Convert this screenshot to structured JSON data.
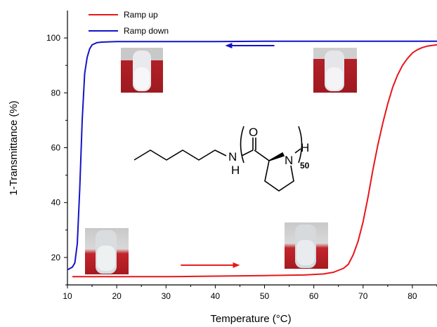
{
  "chart_data": {
    "type": "line",
    "title": "",
    "xlabel": "Temperature (°C)",
    "ylabel": "1-Transmittance (%)",
    "xlim": [
      10,
      85
    ],
    "ylim": [
      10,
      110
    ],
    "xticks": [
      10,
      20,
      30,
      40,
      50,
      60,
      70,
      80
    ],
    "yticks": [
      20,
      40,
      60,
      80,
      100
    ],
    "grid": false,
    "legend_position": "top-left",
    "series": [
      {
        "name": "Ramp up",
        "color": "#e8161b",
        "x": [
          11,
          20,
          30,
          40,
          50,
          58,
          62,
          64,
          66,
          67,
          68,
          69,
          70,
          71,
          72,
          73,
          74,
          75,
          76,
          77,
          78,
          79,
          80,
          81,
          82,
          83,
          84,
          85
        ],
        "y": [
          13,
          13,
          13,
          13.2,
          13.4,
          13.6,
          14,
          14.6,
          16,
          17.5,
          21,
          26,
          33,
          42,
          52,
          61,
          69,
          76,
          82,
          86.5,
          90,
          92.5,
          94.5,
          95.7,
          96.5,
          97,
          97.3,
          97.5
        ]
      },
      {
        "name": "Ramp down",
        "color": "#1414c8",
        "x": [
          10,
          11,
          11.5,
          12,
          12.5,
          13,
          13.5,
          14,
          14.5,
          15,
          16,
          17,
          20,
          30,
          40,
          50,
          60,
          70,
          80,
          85
        ],
        "y": [
          15.5,
          16.5,
          18,
          25,
          45,
          70,
          87,
          93,
          96,
          97.5,
          98.3,
          98.5,
          98.7,
          98.7,
          98.7,
          98.8,
          98.8,
          98.8,
          98.8,
          98.8
        ]
      }
    ],
    "annotations": {
      "arrows": [
        {
          "direction": "left",
          "color": "#1414c8",
          "x_from": 52,
          "x_to": 42,
          "y": 97.2
        },
        {
          "direction": "right",
          "color": "#e8161b",
          "x_from": 33,
          "x_to": 45,
          "y": 17.2
        }
      ],
      "molecule": {
        "carbonyl": "O",
        "amide_n": "N",
        "amide_h": "H",
        "ring_n": "N",
        "end_h": "H",
        "subscript": "50"
      },
      "vial_photos": [
        "vial-photo-cold-top",
        "vial-photo-hot-top",
        "vial-photo-cold-bottom",
        "vial-photo-hot-bottom"
      ]
    }
  }
}
